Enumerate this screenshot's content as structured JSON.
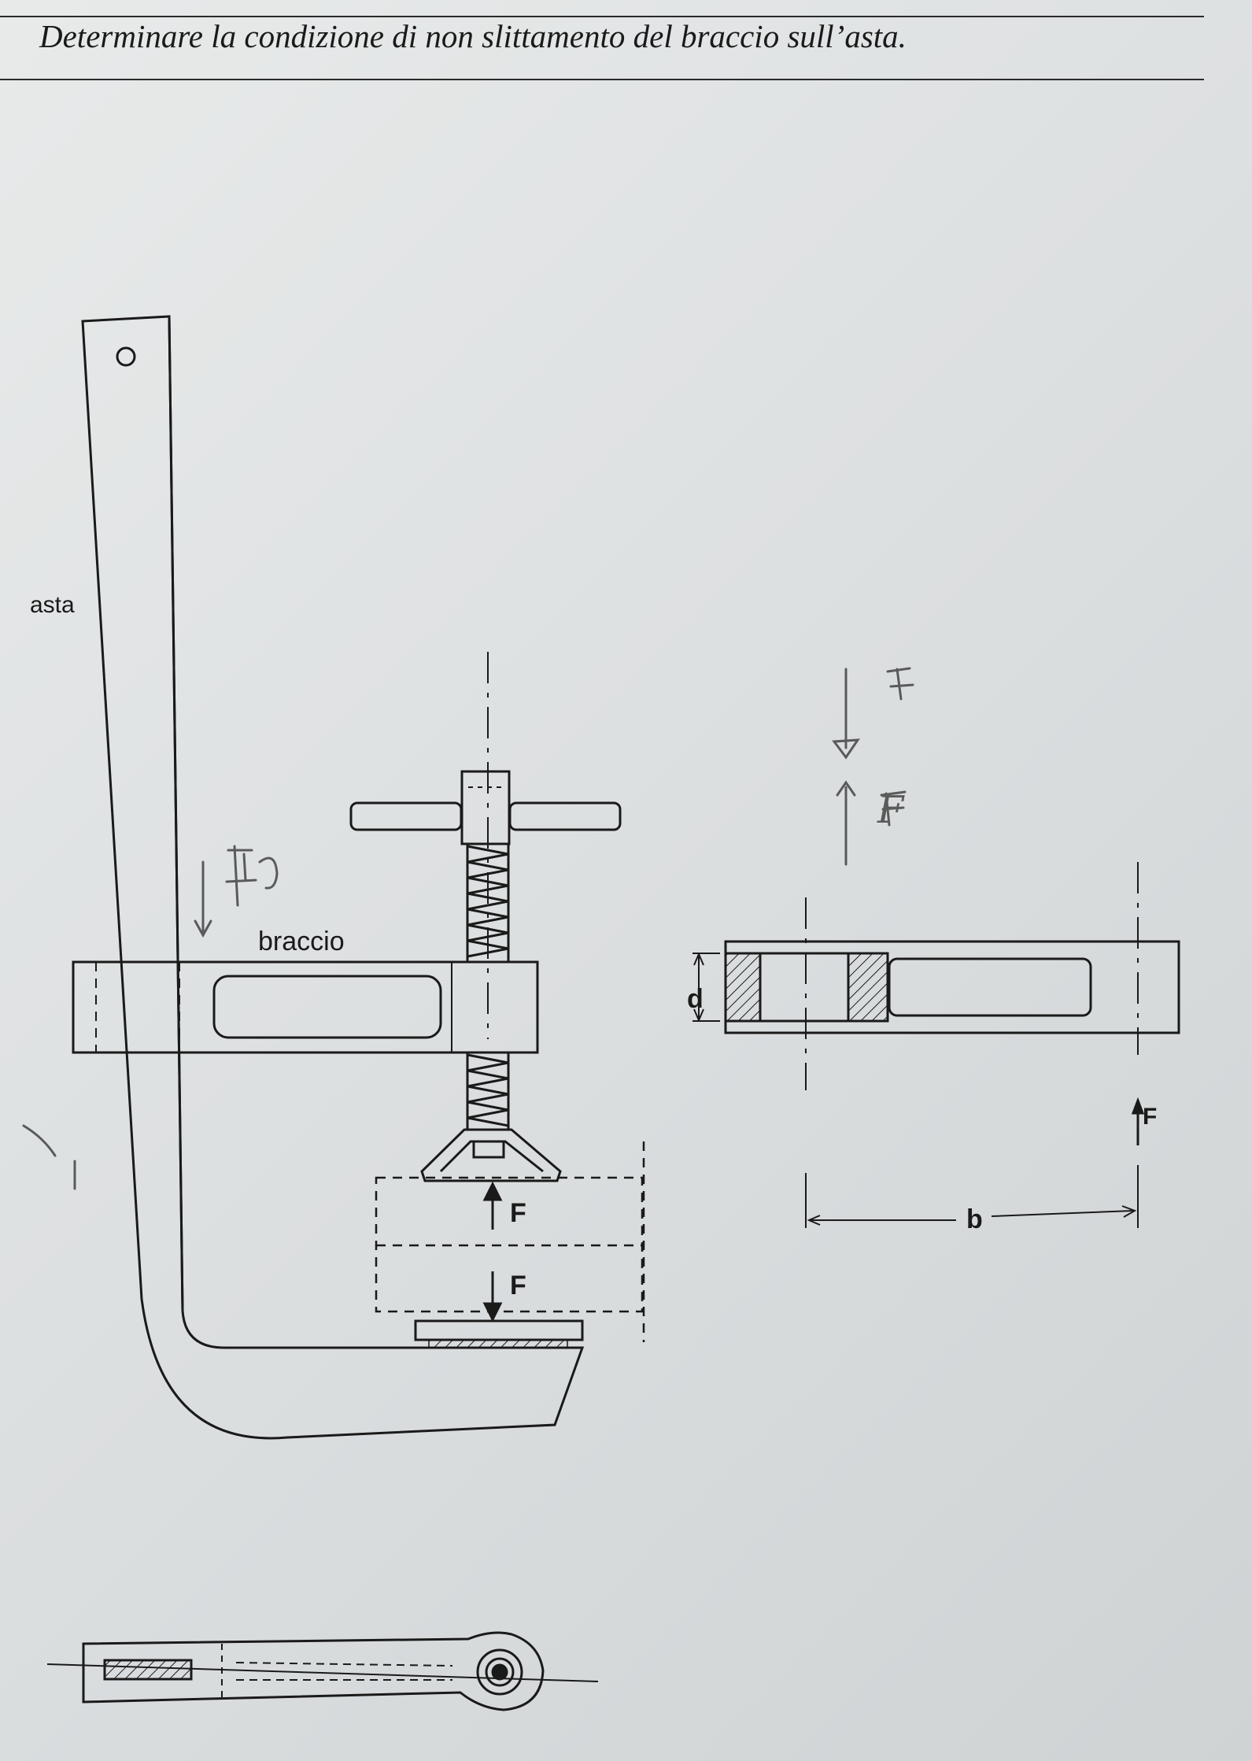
{
  "title": "Determinare la condizione di non slittamento del braccio sull’asta.",
  "labels": {
    "asta": "asta",
    "braccio": "braccio",
    "force_up_clamp": "F",
    "force_down_clamp": "F",
    "dimension_d": "d",
    "dimension_b": "b",
    "force_section": "F",
    "handwritten_force_up": "F",
    "handwritten_force_down": "F"
  },
  "colors": {
    "ink": "#1a1a1a",
    "paper": "#dfe2e3",
    "pencil": "#5a5a5a"
  }
}
